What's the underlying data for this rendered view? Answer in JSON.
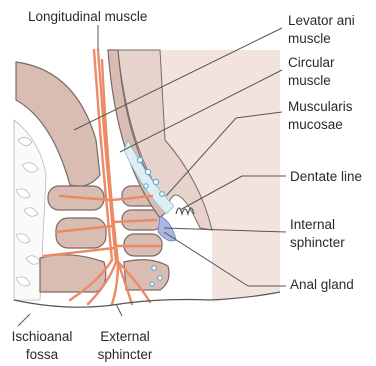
{
  "labels": {
    "longitudinal_muscle": "Longitudinal muscle",
    "levator_ani_line1": "Levator ani",
    "levator_ani_line2": "muscle",
    "circular_line1": "Circular",
    "circular_line2": "muscle",
    "muscularis_line1": "Muscularis",
    "muscularis_line2": "mucosae",
    "dentate_line": "Dentate line",
    "internal_line1": "Internal",
    "internal_line2": "sphincter",
    "anal_gland": "Anal gland",
    "ischioanal_line1": "Ischioanal",
    "ischioanal_line2": "fossa",
    "external_line1": "External",
    "external_line2": "sphincter"
  },
  "colors": {
    "muscle": "#d9bcb2",
    "muscle_outline": "#7a6a66",
    "longitudinal_fibers": "#ec8a66",
    "mucosa": "#ddeef4",
    "gland_dots": "#5bb3d6",
    "internal_sphincter": "#a9b8e0",
    "background_tissue": "#f2e3df",
    "fat": "#ffffff",
    "leader_lines": "#555555"
  }
}
